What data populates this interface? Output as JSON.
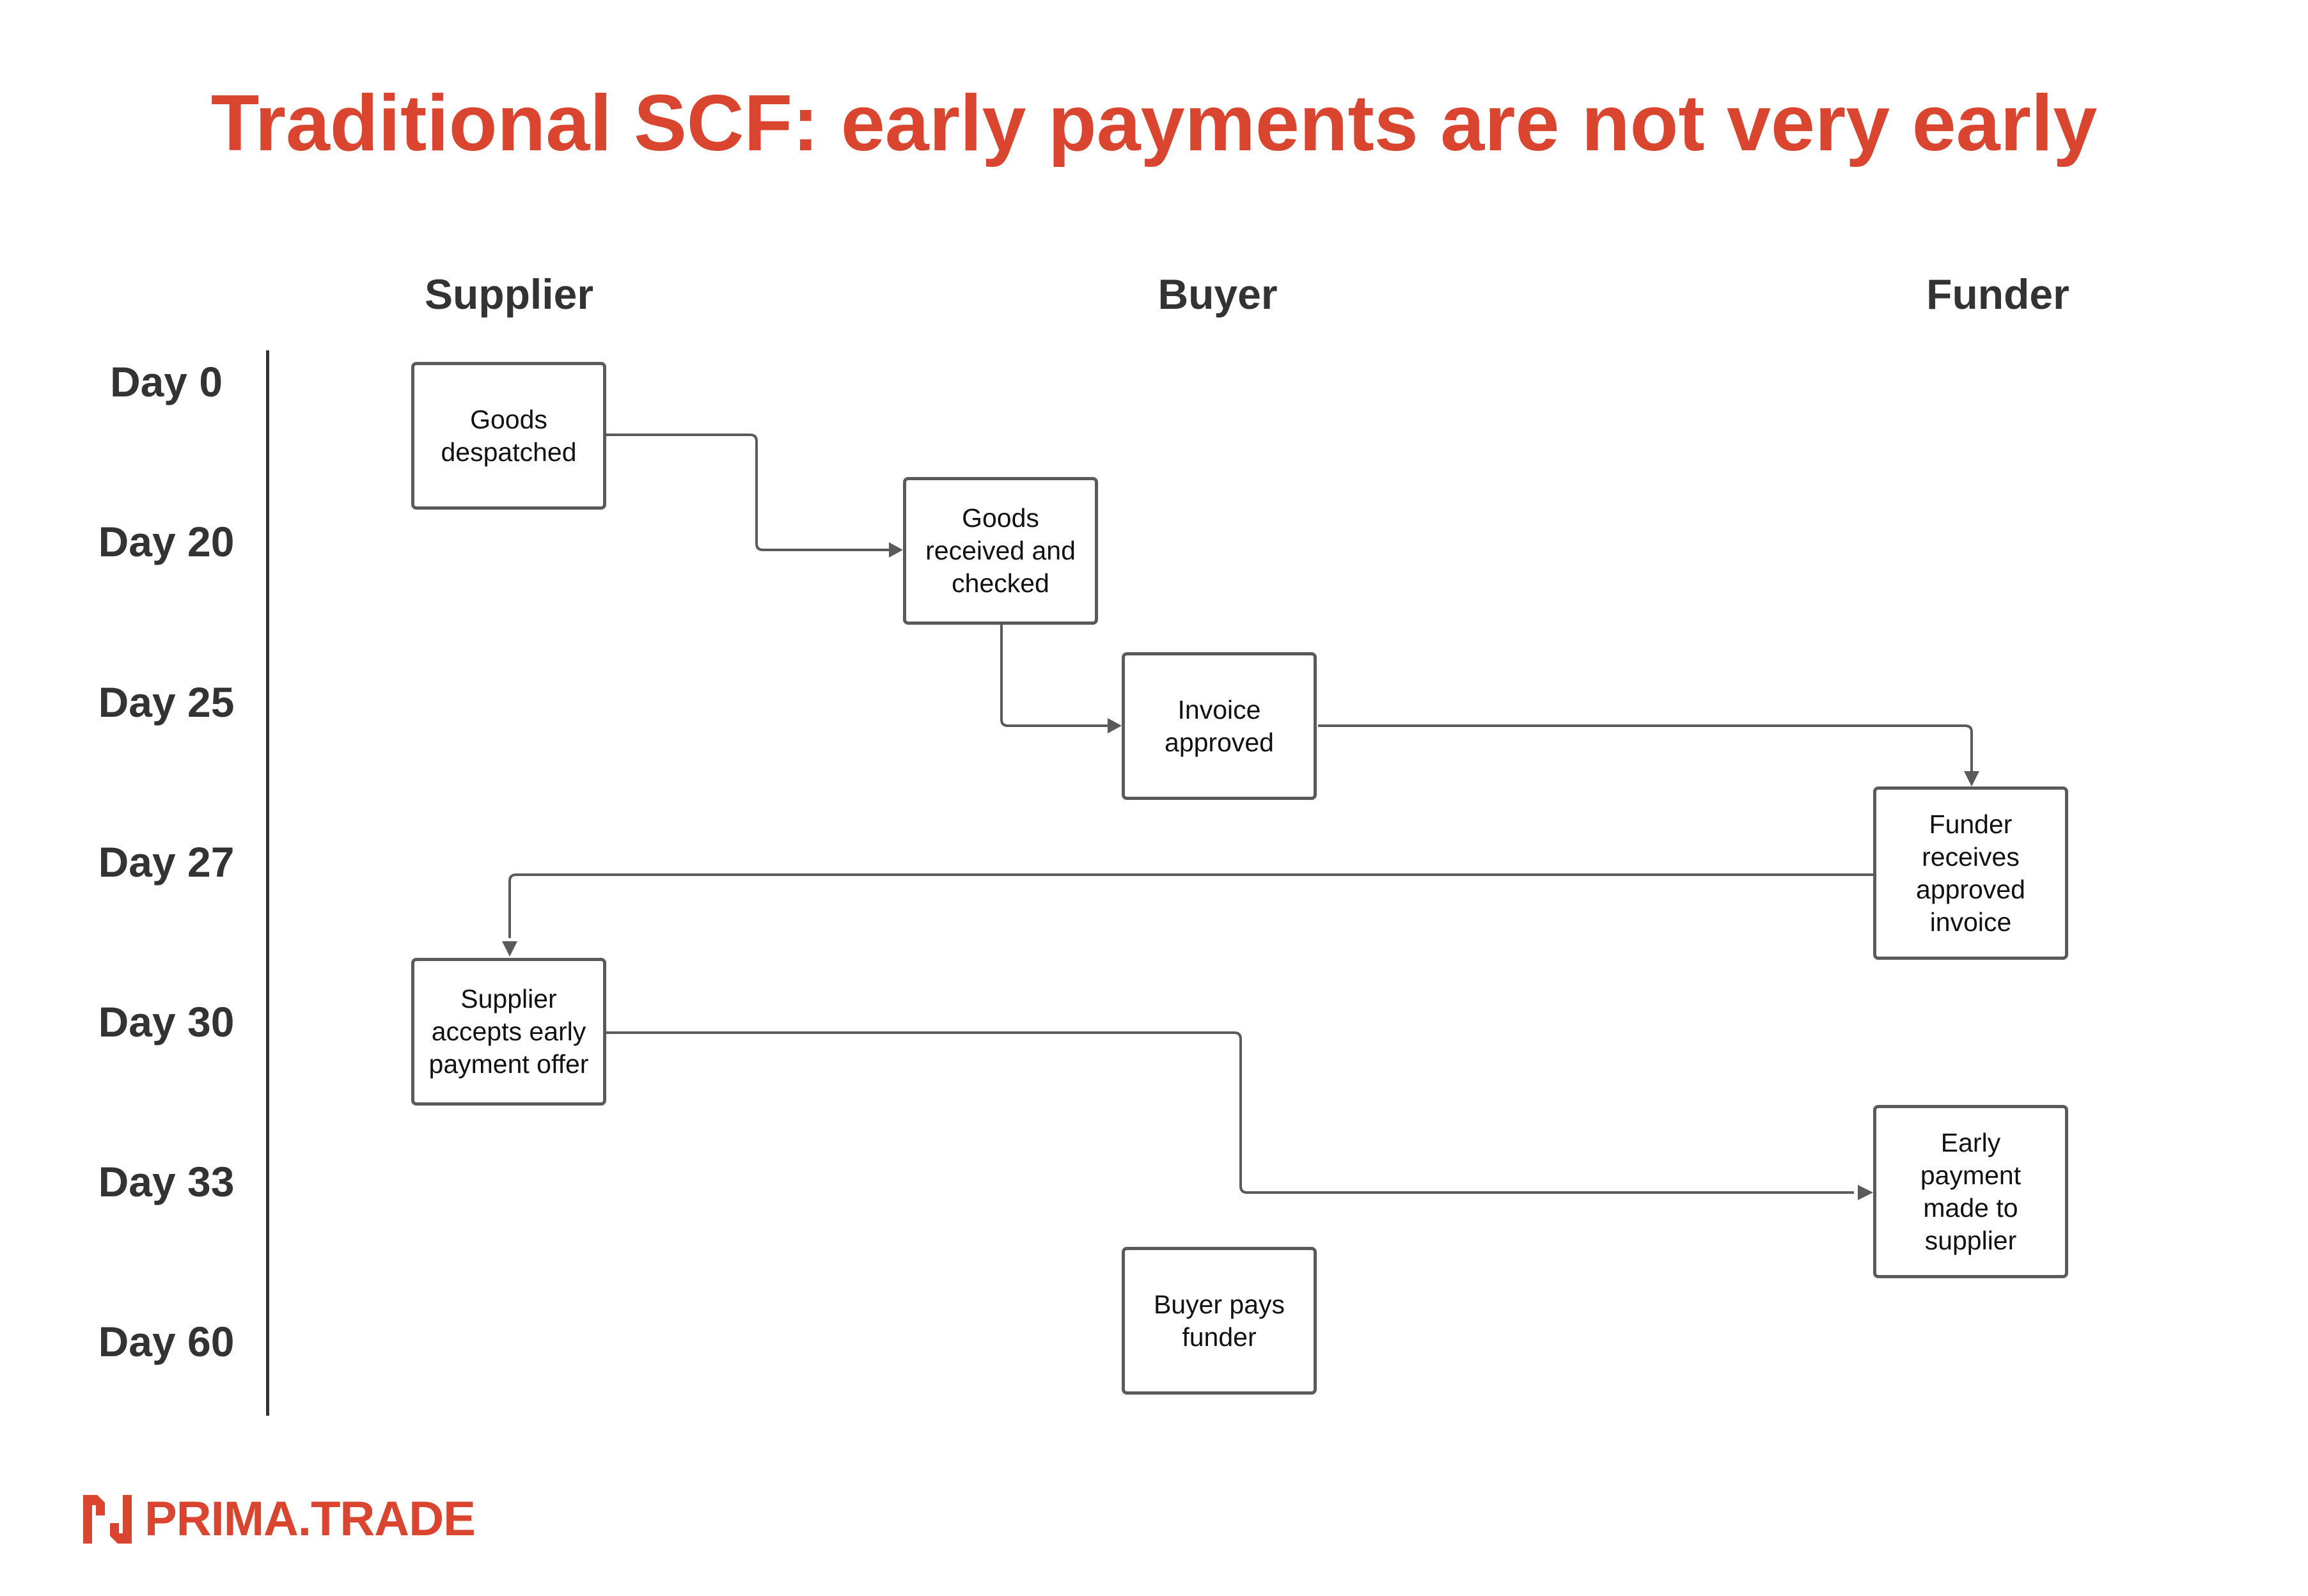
{
  "title": "Traditional SCF: early payments are not very early",
  "colors": {
    "accent": "#d9452f",
    "text_dark": "#333333",
    "box_border": "#5a5a5a",
    "connector": "#5a5a5a"
  },
  "columns": {
    "supplier": "Supplier",
    "buyer": "Buyer",
    "funder": "Funder"
  },
  "days": [
    "Day 0",
    "Day 20",
    "Day 25",
    "Day 27",
    "Day 30",
    "Day 33",
    "Day 60"
  ],
  "steps": {
    "goods_despatched": "Goods\ndespatched",
    "goods_received": "Goods\nreceived and\nchecked",
    "invoice_approved": "Invoice\napproved",
    "funder_receives": "Funder\nreceives\napproved\ninvoice",
    "supplier_accepts": "Supplier\naccepts early\npayment offer",
    "early_payment": "Early\npayment\nmade to\nsupplier",
    "buyer_pays": "Buyer pays\nfunder"
  },
  "logo": {
    "text": "PRIMA.TRADE",
    "icon": "prima-trade-logo-icon"
  }
}
